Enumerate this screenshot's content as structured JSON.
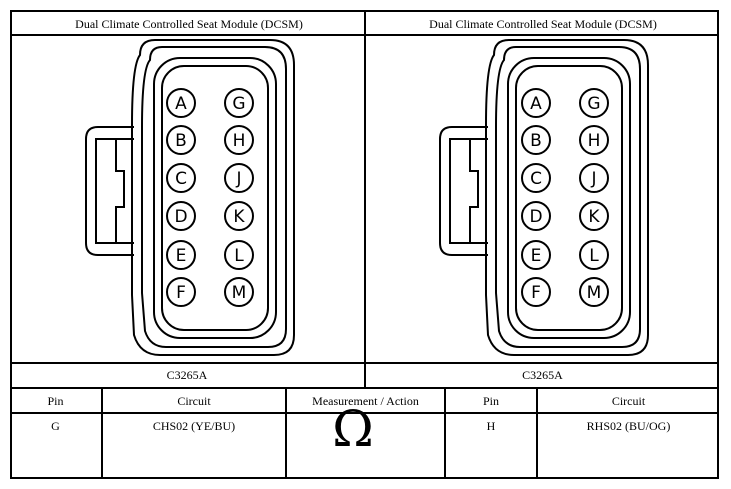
{
  "module_left": {
    "title": "Dual Climate Controlled Seat Module (DCSM)",
    "connector_id": "C3265A"
  },
  "module_right": {
    "title": "Dual Climate Controlled Seat Module (DCSM)",
    "connector_id": "C3265A"
  },
  "pins_left_column": [
    "A",
    "B",
    "C",
    "D",
    "E",
    "F"
  ],
  "pins_right_column": [
    "G",
    "H",
    "J",
    "K",
    "L",
    "M"
  ],
  "table": {
    "headers": {
      "pin1": "Pin",
      "circuit1": "Circuit",
      "measurement": "Measurement / Action",
      "pin2": "Pin",
      "circuit2": "Circuit"
    },
    "row": {
      "pin1": "G",
      "circuit1": "CHS02 (YE/BU)",
      "measurement_symbol": "Ω",
      "pin2": "H",
      "circuit2": "RHS02 (BU/OG)"
    }
  }
}
